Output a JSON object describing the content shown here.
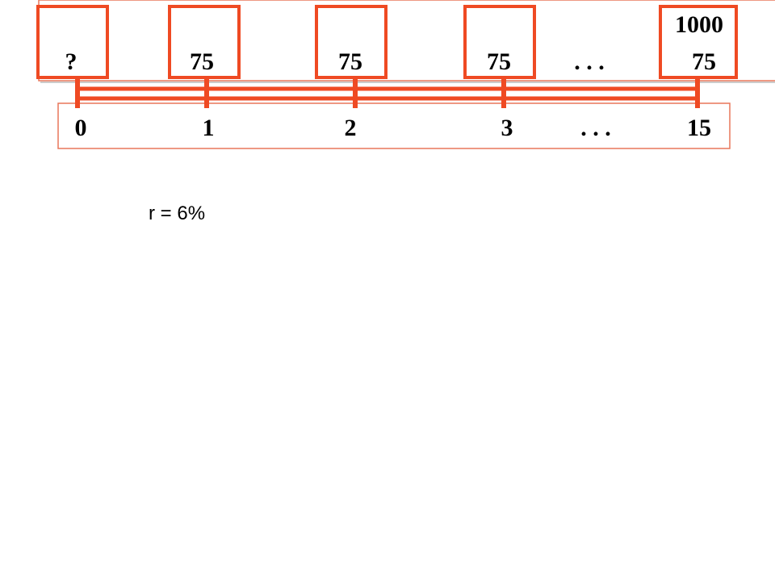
{
  "colors": {
    "accent": "#ef4a23",
    "frame": "#e8775a",
    "text": "#000000"
  },
  "cash_flows": [
    {
      "value": "?",
      "extra": ""
    },
    {
      "value": "75",
      "extra": ""
    },
    {
      "value": "75",
      "extra": ""
    },
    {
      "value": "75",
      "extra": ""
    },
    {
      "value": "75",
      "extra": "1000"
    }
  ],
  "periods": [
    "0",
    "1",
    "2",
    "3",
    "15"
  ],
  "cash_ellipsis": ". . .",
  "period_ellipsis": ". . .",
  "rate": "r = 6%"
}
